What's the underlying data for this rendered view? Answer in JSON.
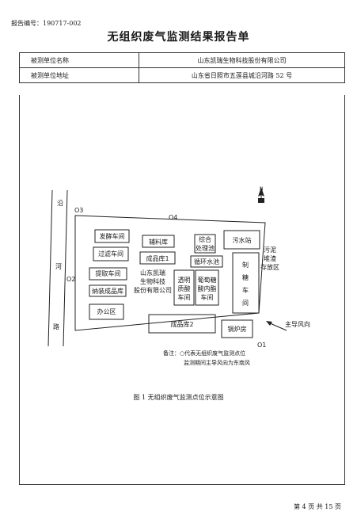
{
  "report_number": "报告编号：190717-002",
  "title": "无组织废气监测结果报告单",
  "info": {
    "unit_name_label": "被测单位名称",
    "unit_name_value": "山东凯瑞生物科技股份有限公司",
    "unit_address_label": "被测单位地址",
    "unit_address_value": "山东省日照市五莲县城沿河路 52 号"
  },
  "map": {
    "north_label": "N",
    "road_chars": [
      "沿",
      "河",
      "路"
    ],
    "points": {
      "o1": "O1",
      "o2": "O2",
      "o3": "O3",
      "o4": "O4"
    },
    "buildings": {
      "fermentation": "发酵车间",
      "filtration": "过滤车间",
      "extraction": "提取车间",
      "packaging": "纳装成品库",
      "office": "办公区",
      "company": [
        "山东凯瑞",
        "生物科技",
        "股份有限公司"
      ],
      "auxiliary": "辅料库",
      "finished1": "成品库1",
      "comprehensive": [
        "综合",
        "处理池"
      ],
      "circulating": "循环水池",
      "sewage": "污水站",
      "sludge": [
        "污泥",
        "堆渣",
        "存放区"
      ],
      "sugar": [
        "制",
        "糖",
        "车",
        "间"
      ],
      "transparent": [
        "透明",
        "质酸",
        "车间"
      ],
      "glucose": [
        "葡萄糖",
        "酸内酯",
        "车间"
      ],
      "finished2": "成品库2",
      "boiler": "锅炉房"
    },
    "wind_label": "主导风向",
    "note_line1": "备注：○代表无组织废气监测点位",
    "note_line2": "监测期间主导风向为东南风"
  },
  "figure_caption": "图 1  无组织废气监测点位示意图",
  "footer": "第 4 页 共 15 页"
}
